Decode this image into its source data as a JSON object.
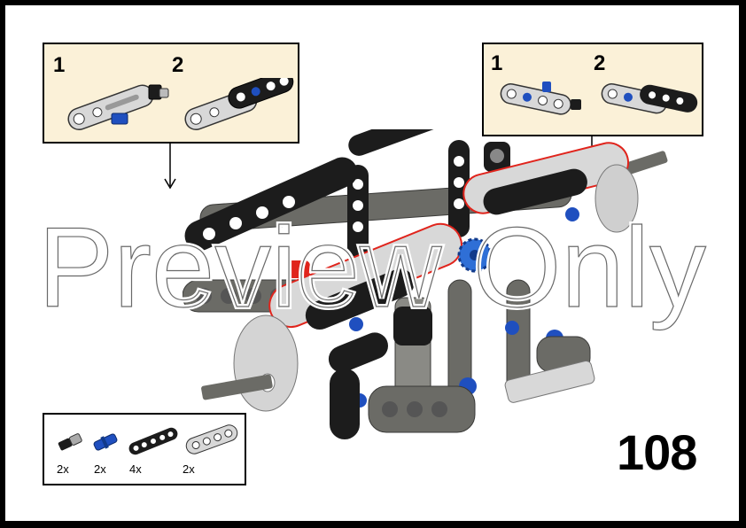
{
  "left_callout": {
    "substeps": [
      "1",
      "2"
    ]
  },
  "right_callout": {
    "substeps": [
      "1",
      "2"
    ]
  },
  "parts_list": [
    {
      "qty": "2x",
      "part": "black-blue-connector-pin"
    },
    {
      "qty": "2x",
      "part": "blue-axle-pin"
    },
    {
      "qty": "4x",
      "part": "black-liftarm-5"
    },
    {
      "qty": "2x",
      "part": "light-gray-liftarm-4"
    }
  ],
  "page_number": "108",
  "watermark": "Preview Only",
  "colors": {
    "background": "#ffffff",
    "frame": "#000000",
    "callout_fill": "#fbf1d8",
    "black_part": "#1c1c1c",
    "dark_gray_part": "#6b6b66",
    "light_gray_part": "#d8d8d8",
    "blue_part": "#1f4fbf",
    "red_part": "#e0241c"
  }
}
